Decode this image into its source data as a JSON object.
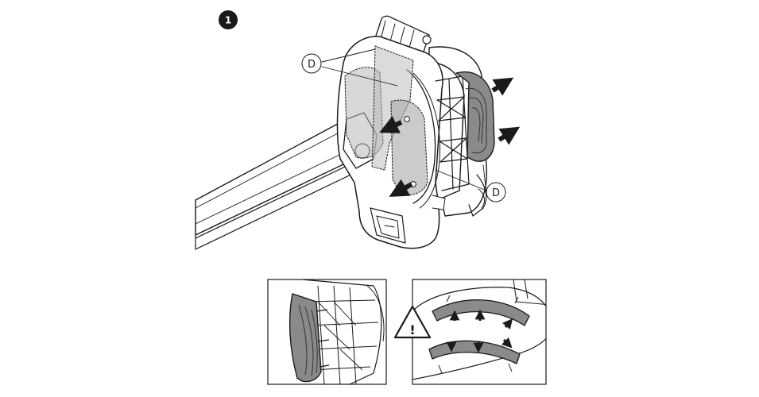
{
  "step": {
    "number": "1"
  },
  "callouts": {
    "upper_label": "D",
    "lower_label": "D"
  },
  "warning": {
    "symbol": "!"
  },
  "icons": {
    "step_badge": "step-number-badge",
    "warning": "warning-triangle-icon",
    "arrows": "direction-arrow-icon"
  },
  "colors": {
    "line": "#1a1a1a",
    "pad_fill": "#8a8a8a",
    "shade": "#b8b8b8",
    "background": "#ffffff"
  }
}
